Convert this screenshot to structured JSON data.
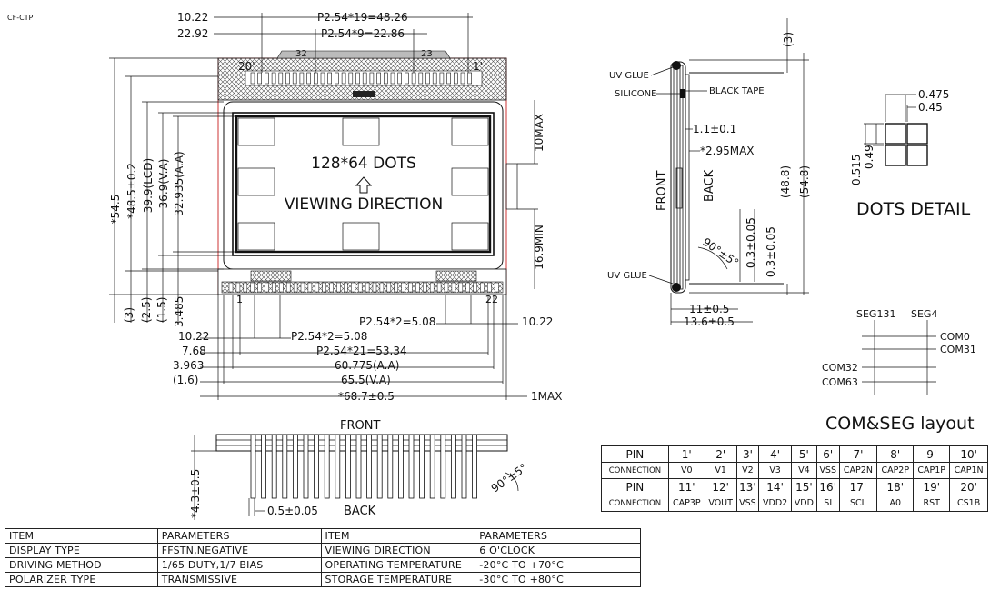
{
  "corner_code": "CF-CTP",
  "front_view": {
    "top_dims": [
      "10.22",
      "P2.54*19=48.26",
      "22.92",
      "P2.54*9=22.86"
    ],
    "top_pins": [
      "20'",
      "32",
      "23",
      "1'"
    ],
    "center_text": [
      "128*64  DOTS",
      "VIEWING  DIRECTION"
    ],
    "right_dims": [
      "10MAX",
      "16.9MIN"
    ],
    "left_dims": [
      "*54.5",
      "*48.5±0.2",
      "39.9(LCD)",
      "36.9(V.A)",
      "32.935(A.A)",
      "(3)",
      "(2.5)",
      "(1.5)",
      "3.485"
    ],
    "bottom_pins": [
      "1",
      "22"
    ],
    "bottom_dims": [
      "P2.54*2=5.08",
      "10.22",
      "10.22",
      "P2.54*2=5.08",
      "7.68",
      "P2.54*21=53.34",
      "3.963",
      "60.775(A.A)",
      "(1.6)",
      "65.5(V.A)",
      "*68.7±0.5",
      "1MAX"
    ]
  },
  "side_view": {
    "labels": [
      "UV GLUE",
      "SILICONE",
      "BLACK TAPE",
      "FRONT",
      "BACK",
      "UV GLUE"
    ],
    "dims": [
      "(3)",
      "1.1±0.1",
      "*2.95MAX",
      "(48.8)",
      "(54.8)",
      "0.3±0.05",
      "0.3±0.05",
      "90°±5°",
      "11±0.5",
      "13.6±0.5"
    ]
  },
  "dots_detail": {
    "title": "DOTS  DETAIL",
    "dims": [
      "0.475",
      "0.45",
      "0.515",
      "0.49"
    ]
  },
  "com_seg": {
    "labels": [
      "SEG131",
      "SEG4",
      "COM0",
      "COM31",
      "COM32",
      "COM63"
    ],
    "title": "COM&SEG  layout"
  },
  "pin_view": {
    "labels": [
      "FRONT",
      "BACK"
    ],
    "dims": [
      "*4.3±0.5",
      "0.5±0.05",
      "90°±5°"
    ]
  },
  "pin_table": {
    "rows": [
      [
        "PIN",
        "1'",
        "2'",
        "3'",
        "4'",
        "5'",
        "6'",
        "7'",
        "8'",
        "9'",
        "10'"
      ],
      [
        "CONNECTION",
        "V0",
        "V1",
        "V2",
        "V3",
        "V4",
        "VSS",
        "CAP2N",
        "CAP2P",
        "CAP1P",
        "CAP1N"
      ],
      [
        "PIN",
        "11'",
        "12'",
        "13'",
        "14'",
        "15'",
        "16'",
        "17'",
        "18'",
        "19'",
        "20'"
      ],
      [
        "CONNECTION",
        "CAP3P",
        "VOUT",
        "VSS",
        "VDD2",
        "VDD",
        "SI",
        "SCL",
        "A0",
        "RST",
        "CS1B"
      ]
    ]
  },
  "spec_table": {
    "rows": [
      [
        "ITEM",
        "PARAMETERS",
        "ITEM",
        "PARAMETERS"
      ],
      [
        "DISPLAY  TYPE",
        "FFSTN,NEGATIVE",
        "VIEWING  DIRECTION",
        "6  O'CLOCK"
      ],
      [
        "DRIVING  METHOD",
        "1/65  DUTY,1/7  BIAS",
        "OPERATING  TEMPERATURE",
        "-20°C  TO  +70°C"
      ],
      [
        "POLARIZER  TYPE",
        "TRANSMISSIVE",
        "STORAGE  TEMPERATURE",
        "-30°C  TO  +80°C"
      ]
    ]
  }
}
